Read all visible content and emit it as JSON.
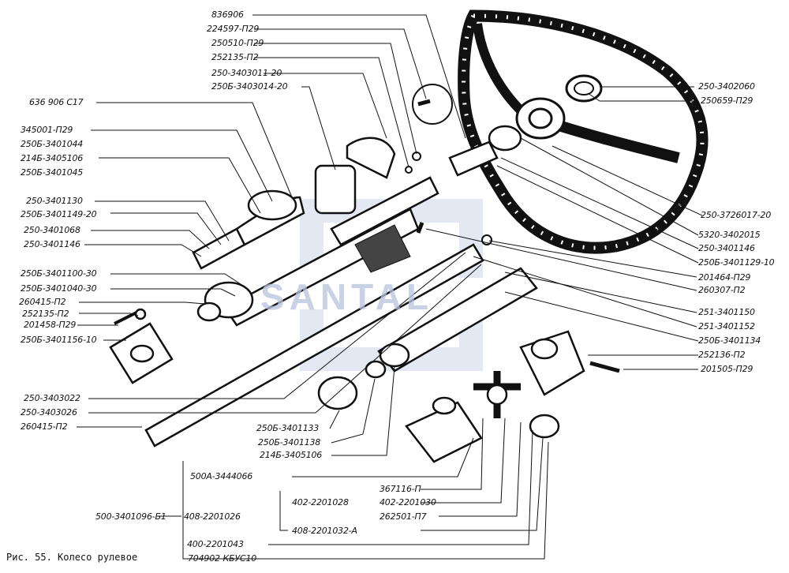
{
  "caption": "Рис. 55. Колесо рулевое",
  "watermark": "SANTAL",
  "colors": {
    "ink": "#111111",
    "watermark": "#b7c3dd"
  },
  "labels": {
    "top": [
      "836906",
      "224597-П29",
      "250510-П29",
      "252135-П2",
      "250-3403011-20",
      "250Б-3403014-20"
    ],
    "left": [
      "636 906 С17",
      "345001-П29",
      "250Б-3401044",
      "214Б-3405106",
      "250Б-3401045",
      "250-3401130",
      "250Б-3401149-20",
      "250-3401068",
      "250-3401146",
      "250Б-3401100-30",
      "250Б-3401040-30",
      "260415-П2",
      "252135-П2",
      "201458-П29",
      "250Б-3401156-10",
      "250-3403022",
      "250-3403026",
      "260415-П2"
    ],
    "right": [
      "250-3402060",
      "250659-П29",
      "250-3726017-20",
      "5320-3402015",
      "250-3401146",
      "250Б-3401129-10",
      "201464-П29",
      "260307-П2",
      "251-3401150",
      "251-3401152",
      "250Б-3401134",
      "252136-П2",
      "201505-П29"
    ],
    "bottom": [
      "250Б-3401133",
      "250Б-3401138",
      "214Б-3405106",
      "500А-3444066",
      "367116-П",
      "402-2201028",
      "402-2201030",
      "262501-П7",
      "408-2201032-А",
      "500-3401096-Б1",
      "408-2201026",
      "400-2201043",
      "704902-КБУС10"
    ]
  }
}
